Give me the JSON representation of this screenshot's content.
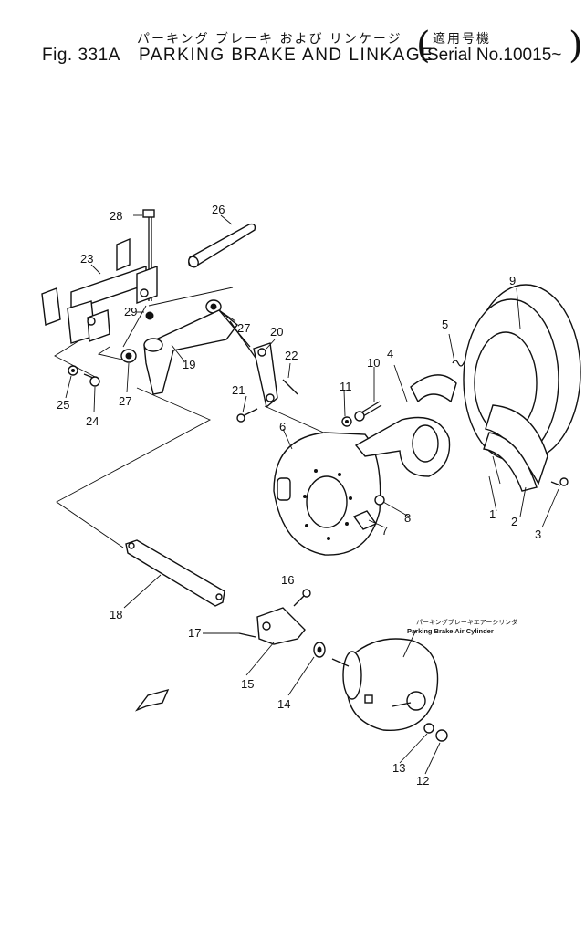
{
  "header": {
    "title_jp": "パーキング ブレーキ および リンケージ",
    "fig_label": "Fig. 331A",
    "title_en": "PARKING BRAKE AND LINKAGE",
    "applicability_jp": "適用号機",
    "serial": "Serial No.10015~"
  },
  "callout": {
    "jp": "パーキングブレーキエアーシリンダ",
    "en": "Parking Brake Air Cylinder"
  },
  "parts": [
    {
      "no": "1"
    },
    {
      "no": "2"
    },
    {
      "no": "3"
    },
    {
      "no": "4"
    },
    {
      "no": "5"
    },
    {
      "no": "6"
    },
    {
      "no": "7"
    },
    {
      "no": "8"
    },
    {
      "no": "9"
    },
    {
      "no": "10"
    },
    {
      "no": "11"
    },
    {
      "no": "12"
    },
    {
      "no": "13"
    },
    {
      "no": "14"
    },
    {
      "no": "15"
    },
    {
      "no": "16"
    },
    {
      "no": "17"
    },
    {
      "no": "18"
    },
    {
      "no": "19"
    },
    {
      "no": "20"
    },
    {
      "no": "21"
    },
    {
      "no": "22"
    },
    {
      "no": "23"
    },
    {
      "no": "24"
    },
    {
      "no": "25"
    },
    {
      "no": "26"
    },
    {
      "no": "27"
    },
    {
      "no": "27"
    },
    {
      "no": "28"
    },
    {
      "no": "29"
    }
  ]
}
